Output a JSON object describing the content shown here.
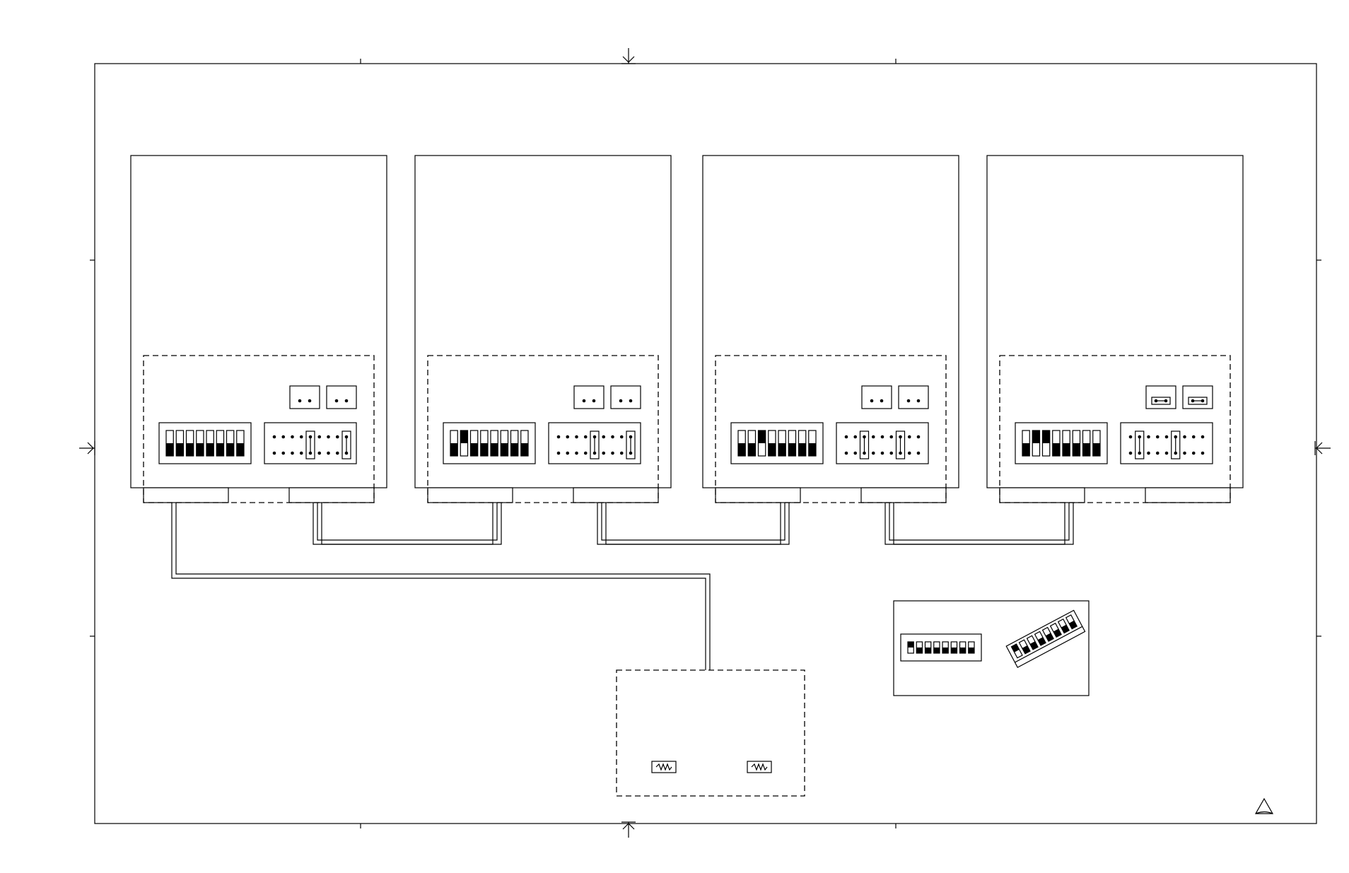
{
  "diagram": {
    "description_type": "wiring-schematic",
    "line_color": "#000000",
    "background_color": "#ffffff",
    "units": [
      {
        "id": "unit-1",
        "dip_switches": [
          0,
          0,
          0,
          0,
          0,
          0,
          0,
          0
        ],
        "jumpers": [
          "open",
          "open"
        ],
        "header_jumpers": [
          4,
          8
        ]
      },
      {
        "id": "unit-2",
        "dip_switches": [
          0,
          1,
          0,
          0,
          0,
          0,
          0,
          0
        ],
        "jumpers": [
          "open",
          "open"
        ],
        "header_jumpers": [
          4,
          8
        ]
      },
      {
        "id": "unit-3",
        "dip_switches": [
          0,
          0,
          1,
          0,
          0,
          0,
          0,
          0
        ],
        "jumpers": [
          "open",
          "open"
        ],
        "header_jumpers": [
          2,
          6
        ]
      },
      {
        "id": "unit-4",
        "dip_switches": [
          0,
          1,
          1,
          0,
          0,
          0,
          0,
          0
        ],
        "jumpers": [
          "closed",
          "closed"
        ],
        "header_jumpers": [
          1,
          5
        ]
      }
    ],
    "legend": {
      "dip_switches": [
        1,
        0,
        0,
        0,
        0,
        0,
        0,
        0
      ]
    },
    "terminator": {
      "resistor_count": 2
    },
    "icons": [
      "registration-arrow-icon",
      "warning-triangle-icon",
      "resistor-icon"
    ]
  }
}
